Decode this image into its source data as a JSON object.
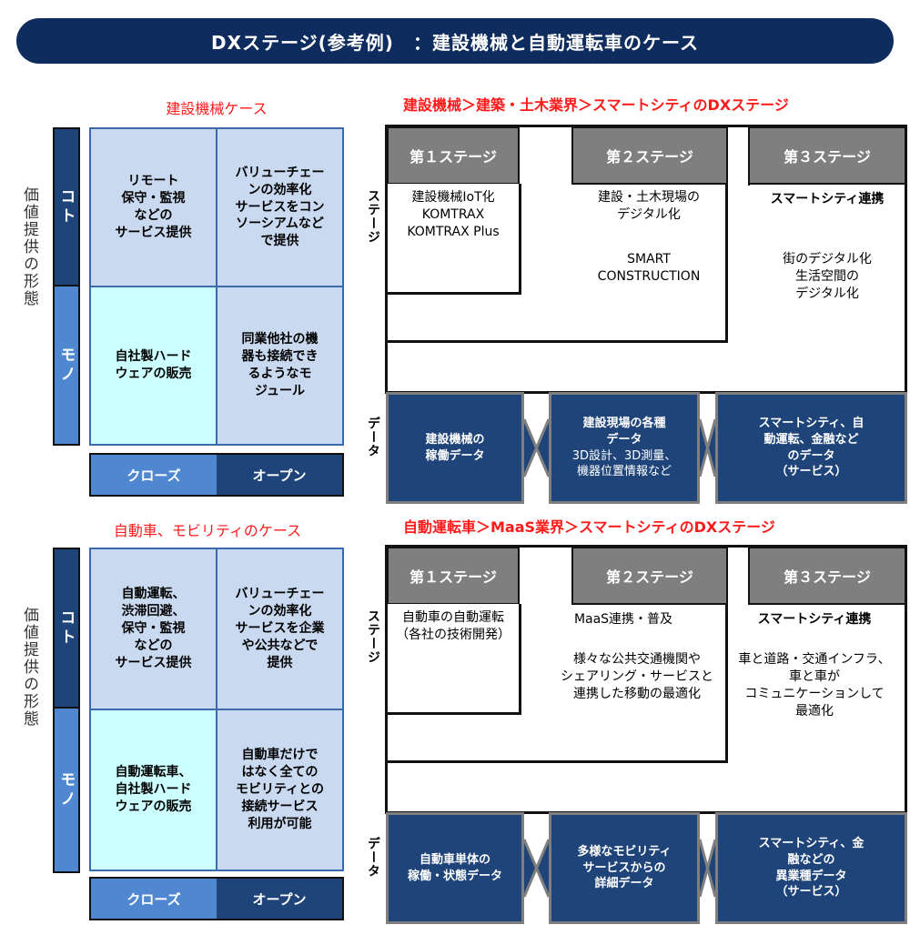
{
  "title": "DXステージ(参考例)　：建設機械と自動運転車のケース",
  "colors": {
    "title_bg": "#0e2c5e",
    "red_heading": "#ff1a1a",
    "koto_blue": "#1f4479",
    "mono_blue": "#4f88d0",
    "cell_blue": "#c9d9f0",
    "cell_cyan": "#ccffff",
    "stage_gray": "#7f7f7f",
    "data_navy": "#1f4479"
  },
  "cases": [
    {
      "matrix": {
        "title": "建設機械ケース",
        "y_axis_label": "価値提供の形態",
        "rows": [
          "コト",
          "モノ"
        ],
        "columns": [
          "クローズ",
          "オープン"
        ],
        "cells": [
          [
            "リモート\n保守・監視\nなどの\nサービス提供",
            "バリューチェー\nンの効率化\nサービスをコン\nソーシアムなど\nで提供"
          ],
          [
            "自社製ハード\nウェアの販売",
            "同業他社の機\n器も接続でき\nるようなモ\nジュール"
          ]
        ]
      },
      "diagram": {
        "title": "建設機械＞建築・土木業界＞スマートシティのDXステージ",
        "stage_label": "ステージ",
        "data_label": "データ",
        "stages": [
          {
            "header": "第１ステージ",
            "text": "建設機械IoT化\nKOMTRAX\nKOMTRAX Plus",
            "bold_line": "",
            "detail": ""
          },
          {
            "header": "第２ステージ",
            "text": "建設・土木現場の\nデジタル化",
            "bold_line": "",
            "detail": "SMART\nCONSTRUCTION"
          },
          {
            "header": "第３ステージ",
            "text": "",
            "bold_line": "スマートシティ連携",
            "detail": "街のデジタル化\n生活空間の\nデジタル化"
          }
        ],
        "data": [
          {
            "main": "建設機械の\n稼働データ",
            "sub": ""
          },
          {
            "main": "建設現場の各種\nデータ",
            "sub": "3D設計、3D測量、\n機器位置情報など"
          },
          {
            "main": "スマートシティ、自\n動運転、金融など\nのデータ\n（サービス）",
            "sub": ""
          }
        ]
      }
    },
    {
      "matrix": {
        "title": "自動車、モビリティのケース",
        "y_axis_label": "価値提供の形態",
        "rows": [
          "コト",
          "モノ"
        ],
        "columns": [
          "クローズ",
          "オープン"
        ],
        "cells": [
          [
            "自動運転、\n渋滞回避、\n保守・監視\nなどの\nサービス提供",
            "バリューチェー\nンの効率化\nサービスを企業\nや公共などで\n提供"
          ],
          [
            "自動運転車、\n自社製ハード\nウェアの販売",
            "自動車だけで\nはなく全ての\nモビリティとの\n接続サービス\n利用が可能"
          ]
        ]
      },
      "diagram": {
        "title": "自動運転車＞MaaS業界＞スマートシティのDXステージ",
        "stage_label": "ステージ",
        "data_label": "データ",
        "stages": [
          {
            "header": "第１ステージ",
            "text": "自動車の自動運転\n（各社の技術開発）",
            "bold_line": "",
            "detail": ""
          },
          {
            "header": "第２ステージ",
            "text": "MaaS連携・普及",
            "bold_line": "",
            "detail": "様々な公共交通機関や\nシェアリング・サービスと\n連携した移動の最適化"
          },
          {
            "header": "第３ステージ",
            "text": "",
            "bold_line": "スマートシティ連携",
            "detail": "車と道路・交通インフラ、\n車と車が\nコミュニケーションして\n最適化"
          }
        ],
        "data": [
          {
            "main": "自動車単体の\n稼働・状態データ",
            "sub": ""
          },
          {
            "main": "多様なモビリティ\nサービスからの\n詳細データ",
            "sub": ""
          },
          {
            "main": "スマートシティ、金\n融などの\n異業種データ\n（サービス）",
            "sub": ""
          }
        ]
      }
    }
  ]
}
